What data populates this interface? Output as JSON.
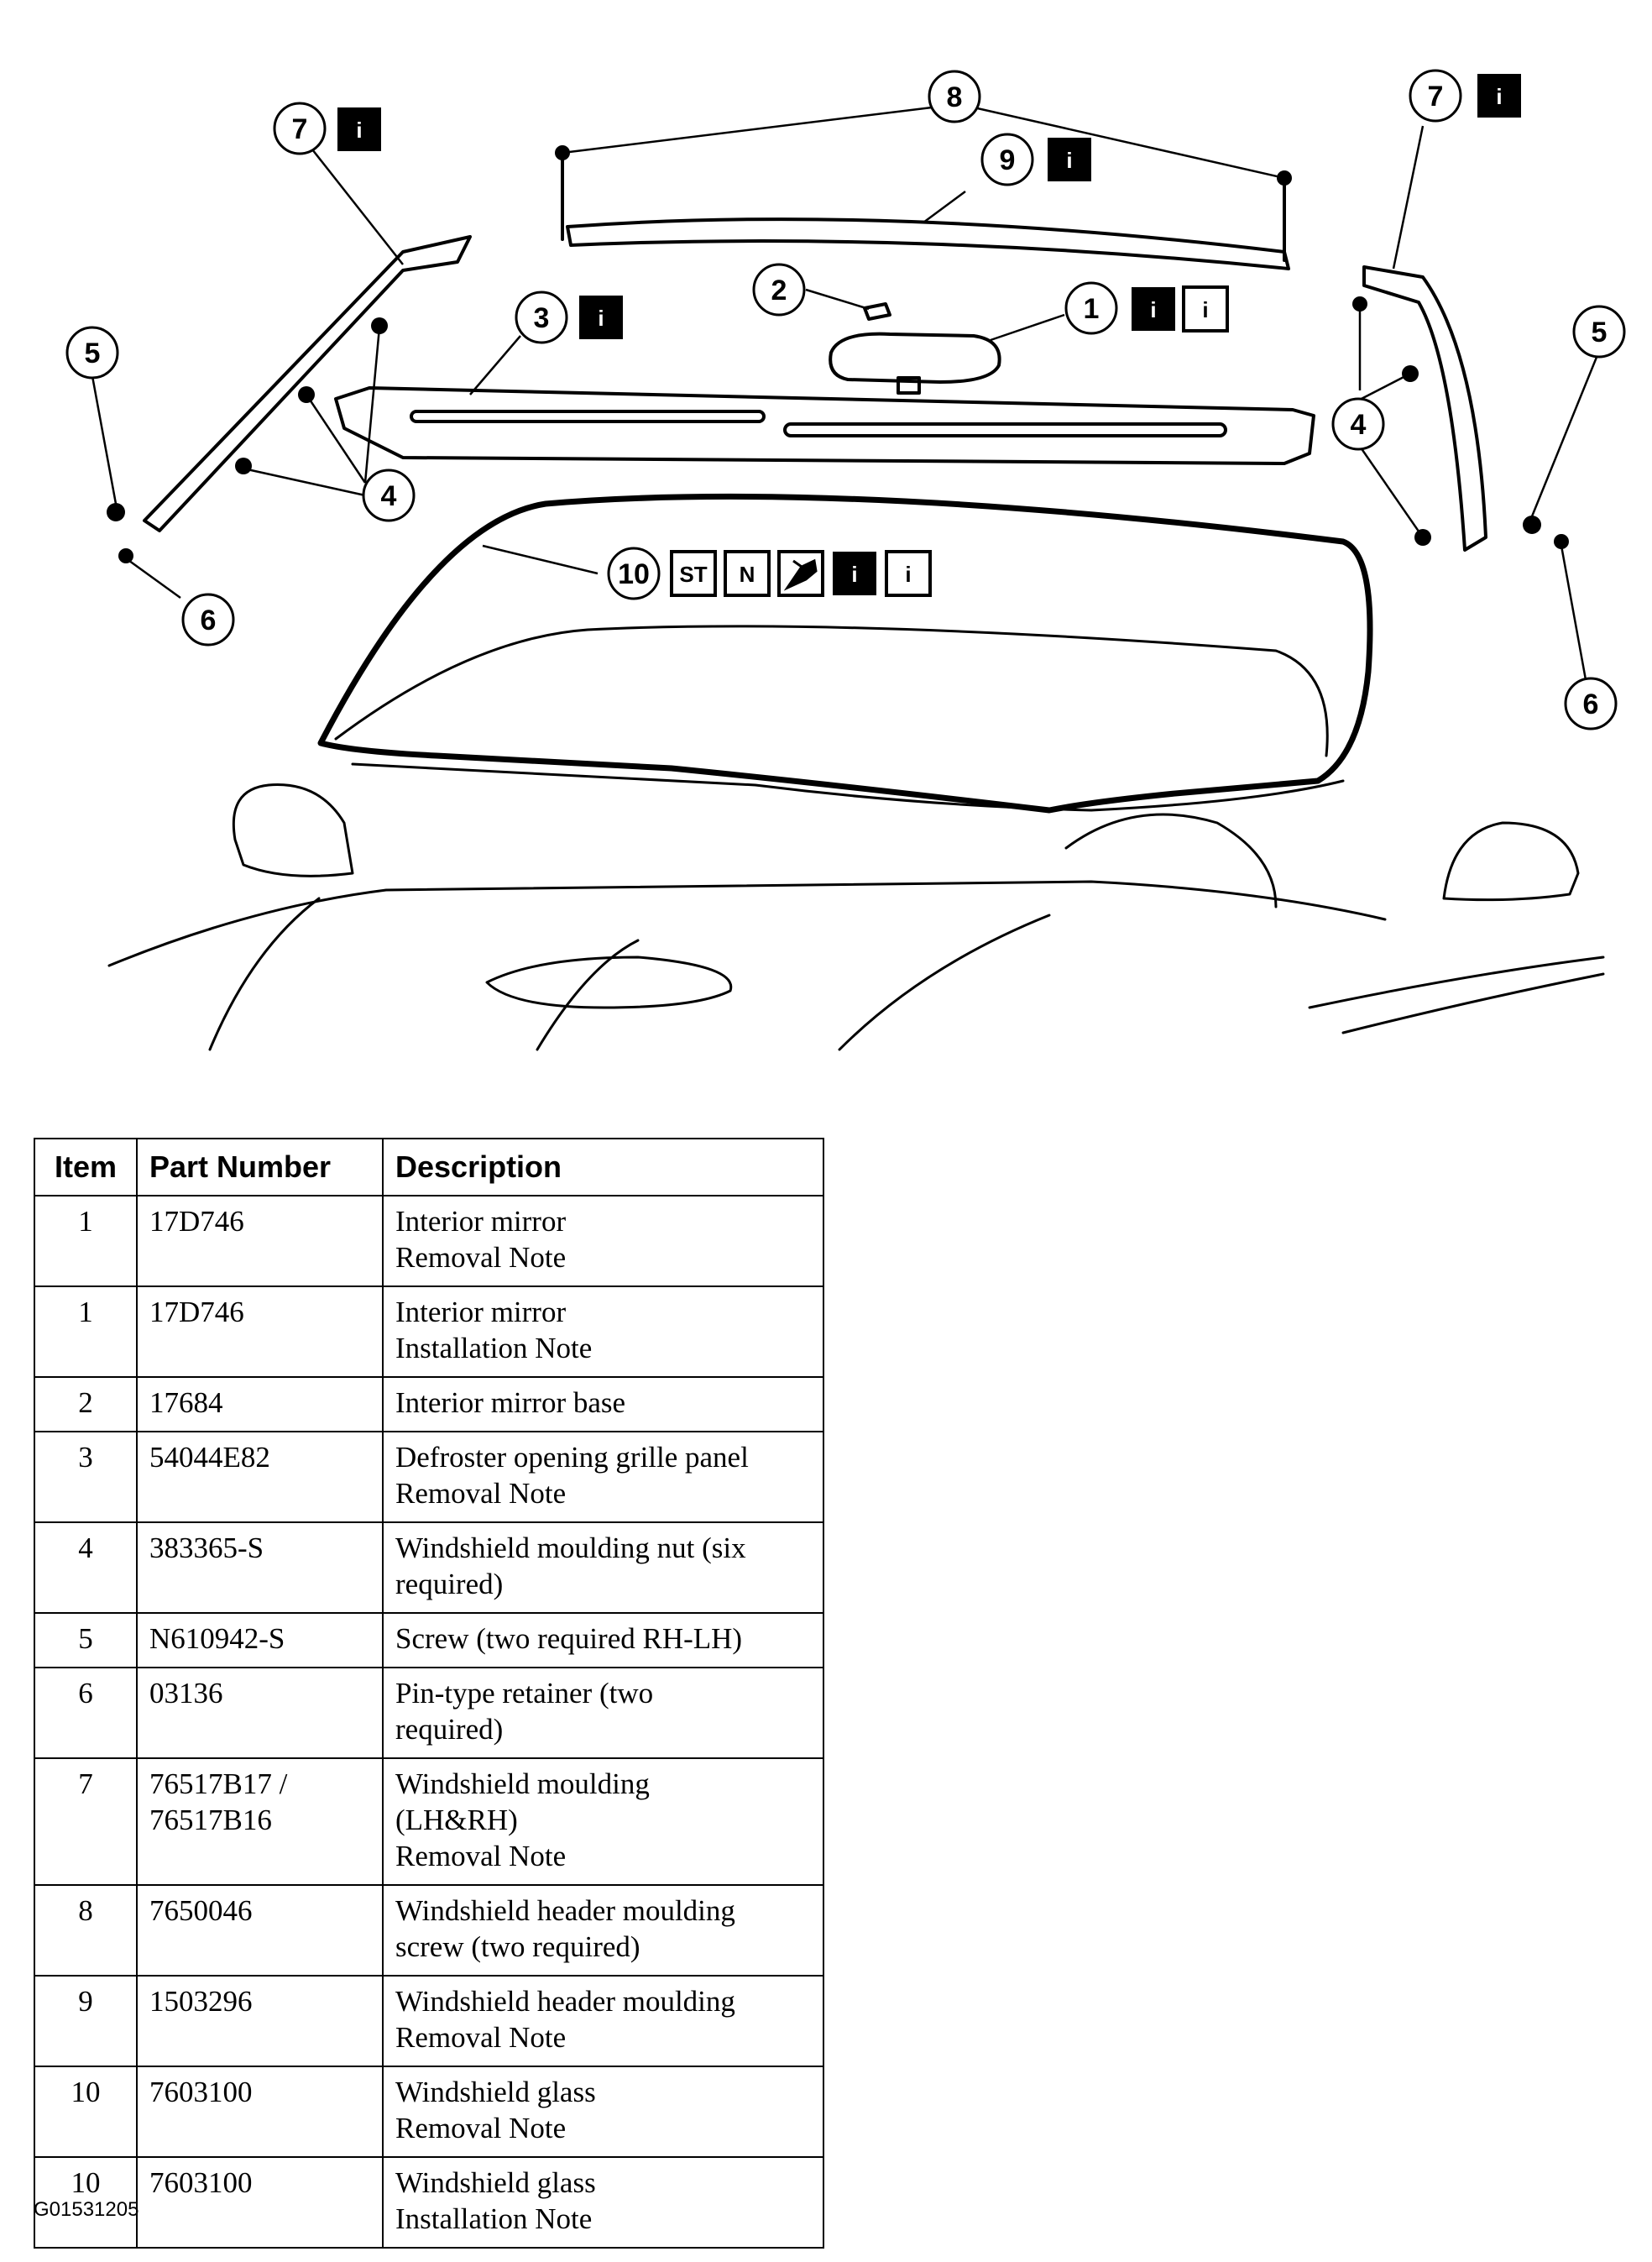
{
  "diagram": {
    "callouts": {
      "c1": "1",
      "c2": "2",
      "c3": "3",
      "c4a": "4",
      "c4b": "4",
      "c5a": "5",
      "c5b": "5",
      "c6a": "6",
      "c6b": "6",
      "c7a": "7",
      "c7b": "7",
      "c8": "8",
      "c9": "9",
      "c10": "10"
    },
    "badges": {
      "info": "i",
      "special_tool": "ST",
      "new_part": "N"
    }
  },
  "table": {
    "headers": {
      "item": "Item",
      "part_number": "Part Number",
      "description": "Description"
    },
    "rows": [
      {
        "item": "1",
        "part": [
          "17D746"
        ],
        "desc": [
          "Interior mirror",
          "Removal Note"
        ]
      },
      {
        "item": "1",
        "part": [
          "17D746"
        ],
        "desc": [
          "Interior mirror",
          "Installation Note"
        ]
      },
      {
        "item": "2",
        "part": [
          "17684"
        ],
        "desc": [
          "Interior mirror base"
        ]
      },
      {
        "item": "3",
        "part": [
          "54044E82"
        ],
        "desc": [
          "Defroster opening grille panel",
          "Removal Note"
        ]
      },
      {
        "item": "4",
        "part": [
          "383365-S"
        ],
        "desc": [
          "Windshield moulding nut (six",
          "required)"
        ]
      },
      {
        "item": "5",
        "part": [
          "N610942-S"
        ],
        "desc": [
          "Screw (two required RH-LH)"
        ]
      },
      {
        "item": "6",
        "part": [
          "03136"
        ],
        "desc": [
          "Pin-type retainer (two",
          "required)"
        ]
      },
      {
        "item": "7",
        "part": [
          "76517B17 /",
          "76517B16"
        ],
        "desc": [
          "Windshield moulding",
          "(LH&RH)",
          "Removal Note"
        ]
      },
      {
        "item": "8",
        "part": [
          "7650046"
        ],
        "desc": [
          "Windshield header moulding",
          "screw (two required)"
        ]
      },
      {
        "item": "9",
        "part": [
          "1503296"
        ],
        "desc": [
          "Windshield header moulding",
          "Removal Note"
        ]
      },
      {
        "item": "10",
        "part": [
          "7603100"
        ],
        "desc": [
          "Windshield glass",
          "Removal Note"
        ]
      },
      {
        "item": "10",
        "part": [
          "7603100"
        ],
        "desc": [
          "Windshield glass",
          "Installation Note"
        ]
      }
    ]
  },
  "figure_id": "G01531205"
}
